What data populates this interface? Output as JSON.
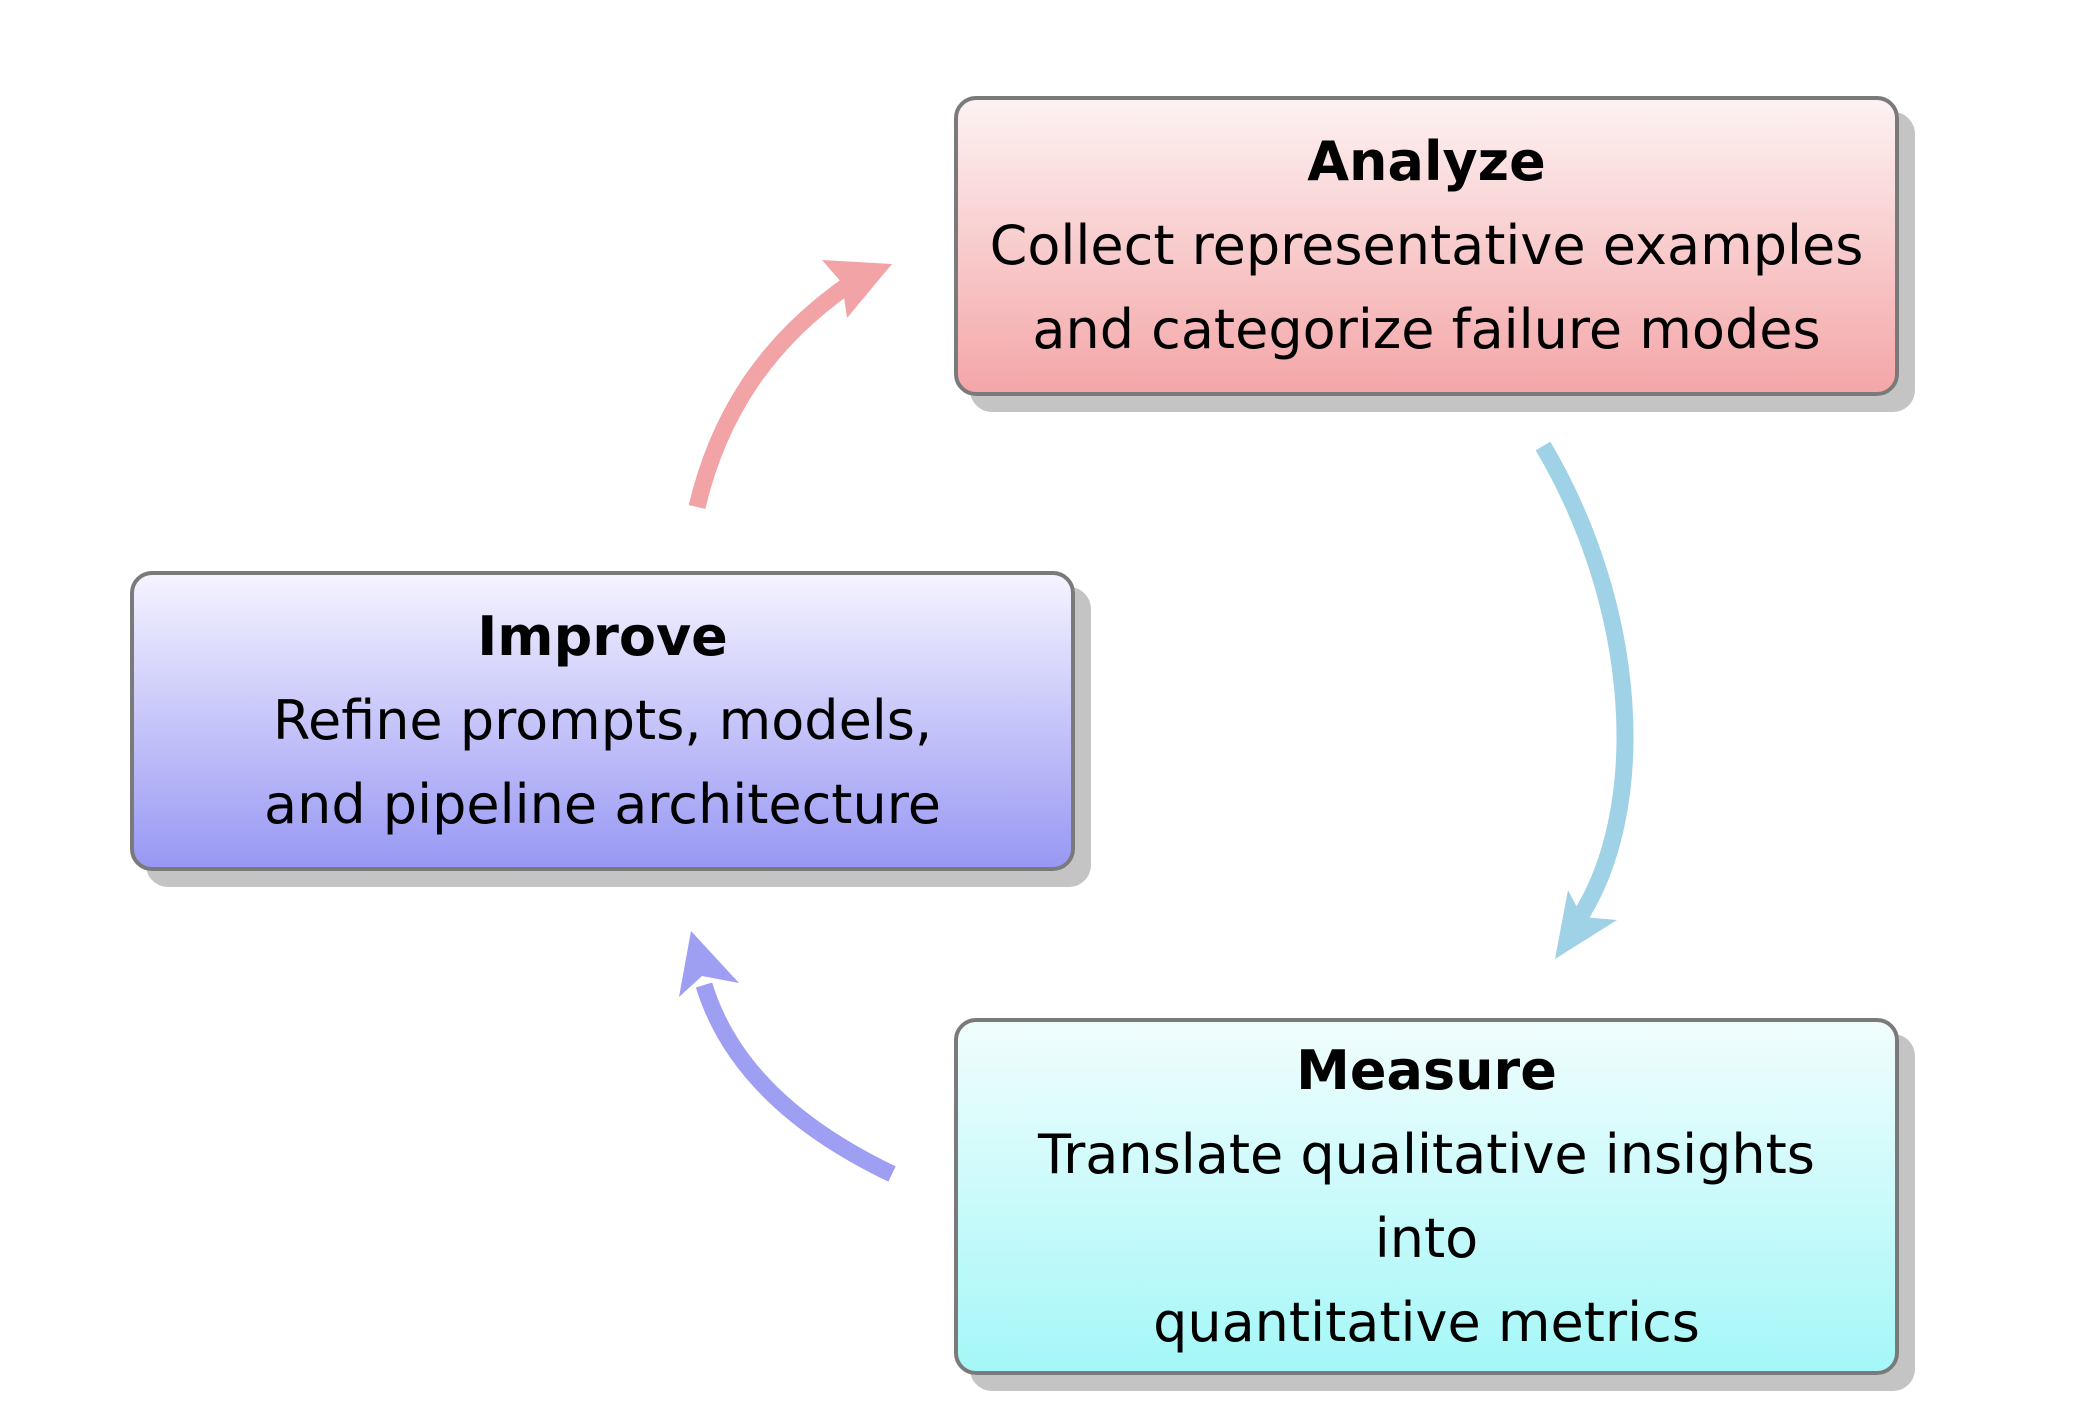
{
  "nodes": {
    "analyze": {
      "title": "Analyze",
      "lines": [
        "Collect representative examples",
        "and categorize failure modes"
      ]
    },
    "improve": {
      "title": "Improve",
      "lines": [
        "Refine prompts, models,",
        "and pipeline architecture"
      ]
    },
    "measure": {
      "title": "Measure",
      "lines": [
        "Translate qualitative insights",
        "into",
        "quantitative metrics"
      ]
    }
  },
  "colors": {
    "analyze_arrow": "#f2a3a5",
    "measure_arrow": "#9fd2e6",
    "improve_arrow": "#9e9ef3",
    "border": "#7a7a7a",
    "shadow": "#c4c4c4"
  }
}
